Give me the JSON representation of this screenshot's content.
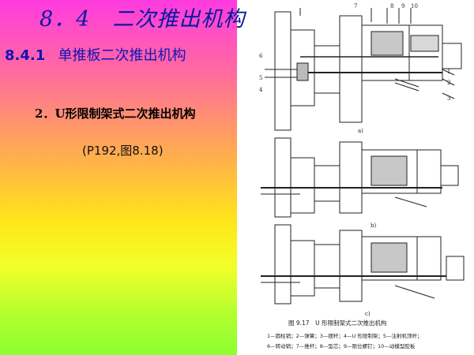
{
  "slide": {
    "title": "8．4　二次推出机构",
    "subtitle_num": "8.4.1",
    "subtitle_text": "单推板二次推出机构",
    "item_num": "2．",
    "item_text": "U形限制架式二次推出机构",
    "reference": "(P192,图8.18)"
  },
  "figure": {
    "caption": "图 9.17　U 形限制架式二次推出机构",
    "legend_line1": "1—圆柱销；2—弹簧；3—摆杆；4—U 形限制架；5—注射机顶杆；",
    "legend_line2": "6—转动销；7—推杆；8—型芯；9—限位螺钉；10—动模型腔板",
    "sublabels": [
      "a)",
      "b)",
      "c)"
    ],
    "part_numbers": [
      "1",
      "2",
      "3",
      "4",
      "5",
      "6",
      "7",
      "8",
      "9",
      "10"
    ]
  }
}
